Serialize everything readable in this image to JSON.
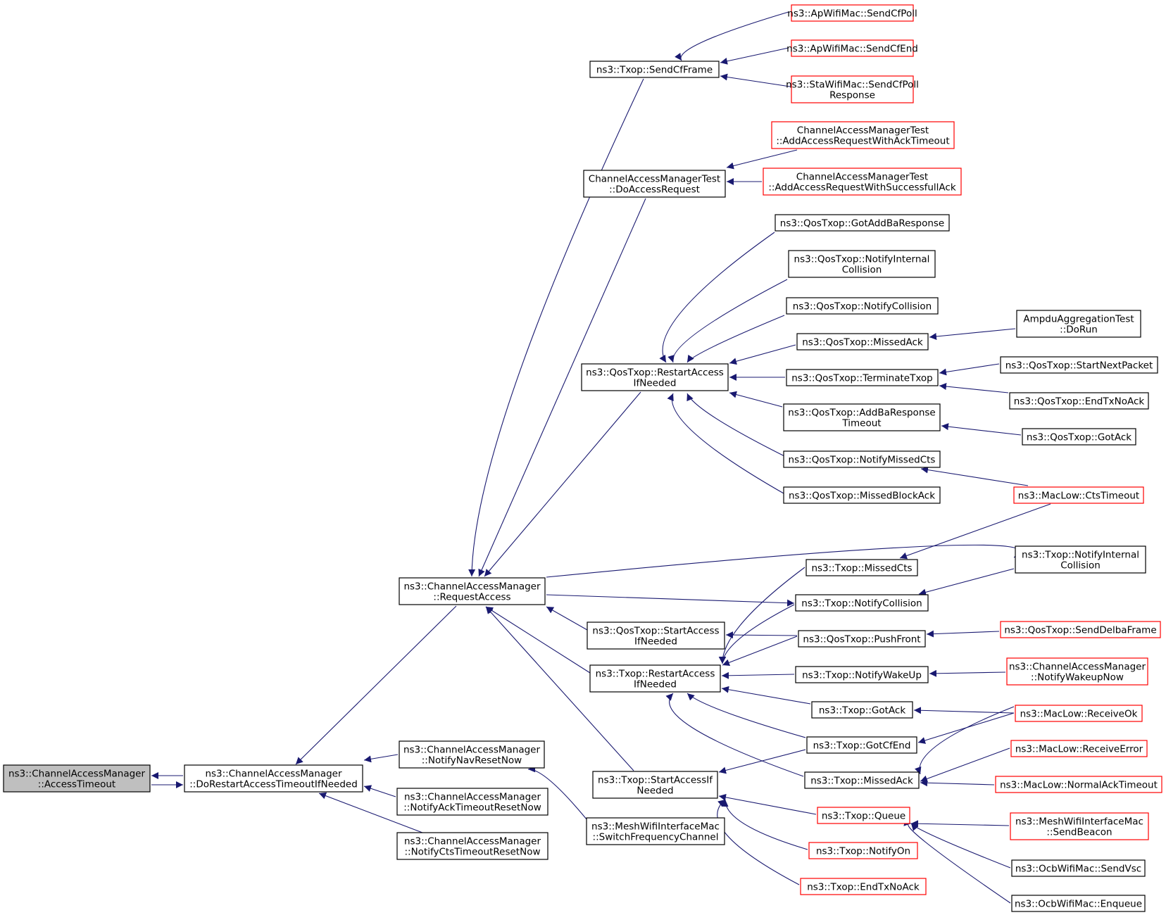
{
  "colors": {
    "edge": "#191970",
    "box_default": "#000000",
    "box_truncated": "#ff0000",
    "box_fill": "#ffffff",
    "box_focus_fill": "#bfbfbf"
  },
  "nodes": [
    {
      "id": "n1",
      "lines": [
        "ns3::ChannelAccessManager",
        "::AccessTimeout"
      ],
      "style": "focus"
    },
    {
      "id": "n2",
      "lines": [
        "ns3::ChannelAccessManager",
        "::DoRestartAccessTimeoutIfNeeded"
      ],
      "style": "normal"
    },
    {
      "id": "n3",
      "lines": [
        "ns3::ChannelAccessManager",
        "::RequestAccess"
      ],
      "style": "normal"
    },
    {
      "id": "n4",
      "lines": [
        "ns3::ChannelAccessManager",
        "::NotifyNavResetNow"
      ],
      "style": "normal"
    },
    {
      "id": "n5",
      "lines": [
        "ns3::ChannelAccessManager",
        "::NotifyAckTimeoutResetNow"
      ],
      "style": "normal"
    },
    {
      "id": "n6",
      "lines": [
        "ns3::ChannelAccessManager",
        "::NotifyCtsTimeoutResetNow"
      ],
      "style": "normal"
    },
    {
      "id": "n7",
      "lines": [
        "ns3::Txop::SendCfFrame"
      ],
      "style": "normal"
    },
    {
      "id": "n8",
      "lines": [
        "ChannelAccessManagerTest",
        "::DoAccessRequest"
      ],
      "style": "normal"
    },
    {
      "id": "n9",
      "lines": [
        "ns3::QosTxop::RestartAccess",
        "IfNeeded"
      ],
      "style": "normal"
    },
    {
      "id": "n10",
      "lines": [
        "ns3::QosTxop::StartAccess",
        "IfNeeded"
      ],
      "style": "normal"
    },
    {
      "id": "n11",
      "lines": [
        "ns3::Txop::RestartAccess",
        "IfNeeded"
      ],
      "style": "normal"
    },
    {
      "id": "n12",
      "lines": [
        "ns3::Txop::StartAccessIf",
        "Needed"
      ],
      "style": "normal"
    },
    {
      "id": "n13",
      "lines": [
        "ns3::MeshWifiInterfaceMac",
        "::SwitchFrequencyChannel"
      ],
      "style": "normal"
    },
    {
      "id": "n14",
      "lines": [
        "ns3::ApWifiMac::SendCfPoll"
      ],
      "style": "truncated"
    },
    {
      "id": "n15",
      "lines": [
        "ns3::ApWifiMac::SendCfEnd"
      ],
      "style": "truncated"
    },
    {
      "id": "n16",
      "lines": [
        "ns3::StaWifiMac::SendCfPoll",
        "Response"
      ],
      "style": "truncated"
    },
    {
      "id": "n17",
      "lines": [
        "ChannelAccessManagerTest",
        "::AddAccessRequestWithAckTimeout"
      ],
      "style": "truncated"
    },
    {
      "id": "n18",
      "lines": [
        "ChannelAccessManagerTest",
        "::AddAccessRequestWithSuccessfullAck"
      ],
      "style": "truncated"
    },
    {
      "id": "n19",
      "lines": [
        "ns3::QosTxop::GotAddBaResponse"
      ],
      "style": "normal"
    },
    {
      "id": "n20",
      "lines": [
        "ns3::QosTxop::NotifyInternal",
        "Collision"
      ],
      "style": "normal"
    },
    {
      "id": "n21",
      "lines": [
        "ns3::QosTxop::NotifyCollision"
      ],
      "style": "normal"
    },
    {
      "id": "n22",
      "lines": [
        "ns3::QosTxop::MissedAck"
      ],
      "style": "normal"
    },
    {
      "id": "n23",
      "lines": [
        "ns3::QosTxop::TerminateTxop"
      ],
      "style": "normal"
    },
    {
      "id": "n24",
      "lines": [
        "ns3::QosTxop::AddBaResponse",
        "Timeout"
      ],
      "style": "normal"
    },
    {
      "id": "n25",
      "lines": [
        "ns3::QosTxop::NotifyMissedCts"
      ],
      "style": "normal"
    },
    {
      "id": "n26",
      "lines": [
        "ns3::QosTxop::MissedBlockAck"
      ],
      "style": "normal"
    },
    {
      "id": "n27",
      "lines": [
        "ns3::Txop::MissedCts"
      ],
      "style": "normal"
    },
    {
      "id": "n28",
      "lines": [
        "ns3::Txop::NotifyCollision"
      ],
      "style": "normal"
    },
    {
      "id": "n29",
      "lines": [
        "ns3::QosTxop::PushFront"
      ],
      "style": "normal"
    },
    {
      "id": "n30",
      "lines": [
        "ns3::Txop::NotifyWakeUp"
      ],
      "style": "normal"
    },
    {
      "id": "n31",
      "lines": [
        "ns3::Txop::GotAck"
      ],
      "style": "normal"
    },
    {
      "id": "n32",
      "lines": [
        "ns3::Txop::GotCfEnd"
      ],
      "style": "normal"
    },
    {
      "id": "n33",
      "lines": [
        "ns3::Txop::MissedAck"
      ],
      "style": "normal"
    },
    {
      "id": "n34",
      "lines": [
        "ns3::Txop::Queue"
      ],
      "style": "truncated"
    },
    {
      "id": "n35",
      "lines": [
        "ns3::Txop::NotifyOn"
      ],
      "style": "truncated"
    },
    {
      "id": "n36",
      "lines": [
        "ns3::Txop::EndTxNoAck"
      ],
      "style": "truncated"
    },
    {
      "id": "n37",
      "lines": [
        "AmpduAggregationTest",
        "::DoRun"
      ],
      "style": "normal"
    },
    {
      "id": "n38",
      "lines": [
        "ns3::QosTxop::StartNextPacket"
      ],
      "style": "normal"
    },
    {
      "id": "n39",
      "lines": [
        "ns3::QosTxop::EndTxNoAck"
      ],
      "style": "normal"
    },
    {
      "id": "n40",
      "lines": [
        "ns3::QosTxop::GotAck"
      ],
      "style": "normal"
    },
    {
      "id": "n41",
      "lines": [
        "ns3::MacLow::CtsTimeout"
      ],
      "style": "truncated"
    },
    {
      "id": "n42",
      "lines": [
        "ns3::Txop::NotifyInternal",
        "Collision"
      ],
      "style": "normal"
    },
    {
      "id": "n43",
      "lines": [
        "ns3::QosTxop::SendDelbaFrame"
      ],
      "style": "truncated"
    },
    {
      "id": "n44",
      "lines": [
        "ns3::ChannelAccessManager",
        "::NotifyWakeupNow"
      ],
      "style": "truncated"
    },
    {
      "id": "n45",
      "lines": [
        "ns3::MacLow::ReceiveOk"
      ],
      "style": "truncated"
    },
    {
      "id": "n46",
      "lines": [
        "ns3::MacLow::ReceiveError"
      ],
      "style": "truncated"
    },
    {
      "id": "n47",
      "lines": [
        "ns3::MacLow::NormalAckTimeout"
      ],
      "style": "truncated"
    },
    {
      "id": "n48",
      "lines": [
        "ns3::MeshWifiInterfaceMac",
        "::SendBeacon"
      ],
      "style": "truncated"
    },
    {
      "id": "n49",
      "lines": [
        "ns3::OcbWifiMac::SendVsc"
      ],
      "style": "normal"
    },
    {
      "id": "n50",
      "lines": [
        "ns3::OcbWifiMac::Enqueue"
      ],
      "style": "normal"
    }
  ],
  "edges": [
    {
      "from": "n2",
      "to": "n1"
    },
    {
      "from": "n1",
      "to": "n2"
    },
    {
      "from": "n3",
      "to": "n2"
    },
    {
      "from": "n4",
      "to": "n2"
    },
    {
      "from": "n5",
      "to": "n2"
    },
    {
      "from": "n6",
      "to": "n2"
    },
    {
      "from": "n7",
      "to": "n3"
    },
    {
      "from": "n8",
      "to": "n3"
    },
    {
      "from": "n9",
      "to": "n3"
    },
    {
      "from": "n10",
      "to": "n3"
    },
    {
      "from": "n11",
      "to": "n3"
    },
    {
      "from": "n12",
      "to": "n3"
    },
    {
      "from": "n42",
      "to": "n3"
    },
    {
      "from": "n28",
      "to": "n3"
    },
    {
      "from": "n13",
      "to": "n4"
    },
    {
      "from": "n14",
      "to": "n7"
    },
    {
      "from": "n15",
      "to": "n7"
    },
    {
      "from": "n16",
      "to": "n7"
    },
    {
      "from": "n17",
      "to": "n8"
    },
    {
      "from": "n18",
      "to": "n8"
    },
    {
      "from": "n19",
      "to": "n9"
    },
    {
      "from": "n20",
      "to": "n9"
    },
    {
      "from": "n21",
      "to": "n9"
    },
    {
      "from": "n22",
      "to": "n9"
    },
    {
      "from": "n23",
      "to": "n9"
    },
    {
      "from": "n24",
      "to": "n9"
    },
    {
      "from": "n25",
      "to": "n9"
    },
    {
      "from": "n26",
      "to": "n9"
    },
    {
      "from": "n29",
      "to": "n10"
    },
    {
      "from": "n27",
      "to": "n11"
    },
    {
      "from": "n28",
      "to": "n11"
    },
    {
      "from": "n29",
      "to": "n11"
    },
    {
      "from": "n30",
      "to": "n11"
    },
    {
      "from": "n31",
      "to": "n11"
    },
    {
      "from": "n32",
      "to": "n11"
    },
    {
      "from": "n33",
      "to": "n11"
    },
    {
      "from": "n32",
      "to": "n12"
    },
    {
      "from": "n34",
      "to": "n12"
    },
    {
      "from": "n35",
      "to": "n12"
    },
    {
      "from": "n36",
      "to": "n12"
    },
    {
      "from": "n37",
      "to": "n22"
    },
    {
      "from": "n38",
      "to": "n23"
    },
    {
      "from": "n39",
      "to": "n23"
    },
    {
      "from": "n40",
      "to": "n24"
    },
    {
      "from": "n41",
      "to": "n25"
    },
    {
      "from": "n41",
      "to": "n27"
    },
    {
      "from": "n42",
      "to": "n28"
    },
    {
      "from": "n43",
      "to": "n29"
    },
    {
      "from": "n44",
      "to": "n30"
    },
    {
      "from": "n45",
      "to": "n31"
    },
    {
      "from": "n45",
      "to": "n32"
    },
    {
      "from": "n45",
      "to": "n33"
    },
    {
      "from": "n46",
      "to": "n33"
    },
    {
      "from": "n47",
      "to": "n33"
    },
    {
      "from": "n48",
      "to": "n34"
    },
    {
      "from": "n49",
      "to": "n34"
    },
    {
      "from": "n50",
      "to": "n34"
    }
  ]
}
